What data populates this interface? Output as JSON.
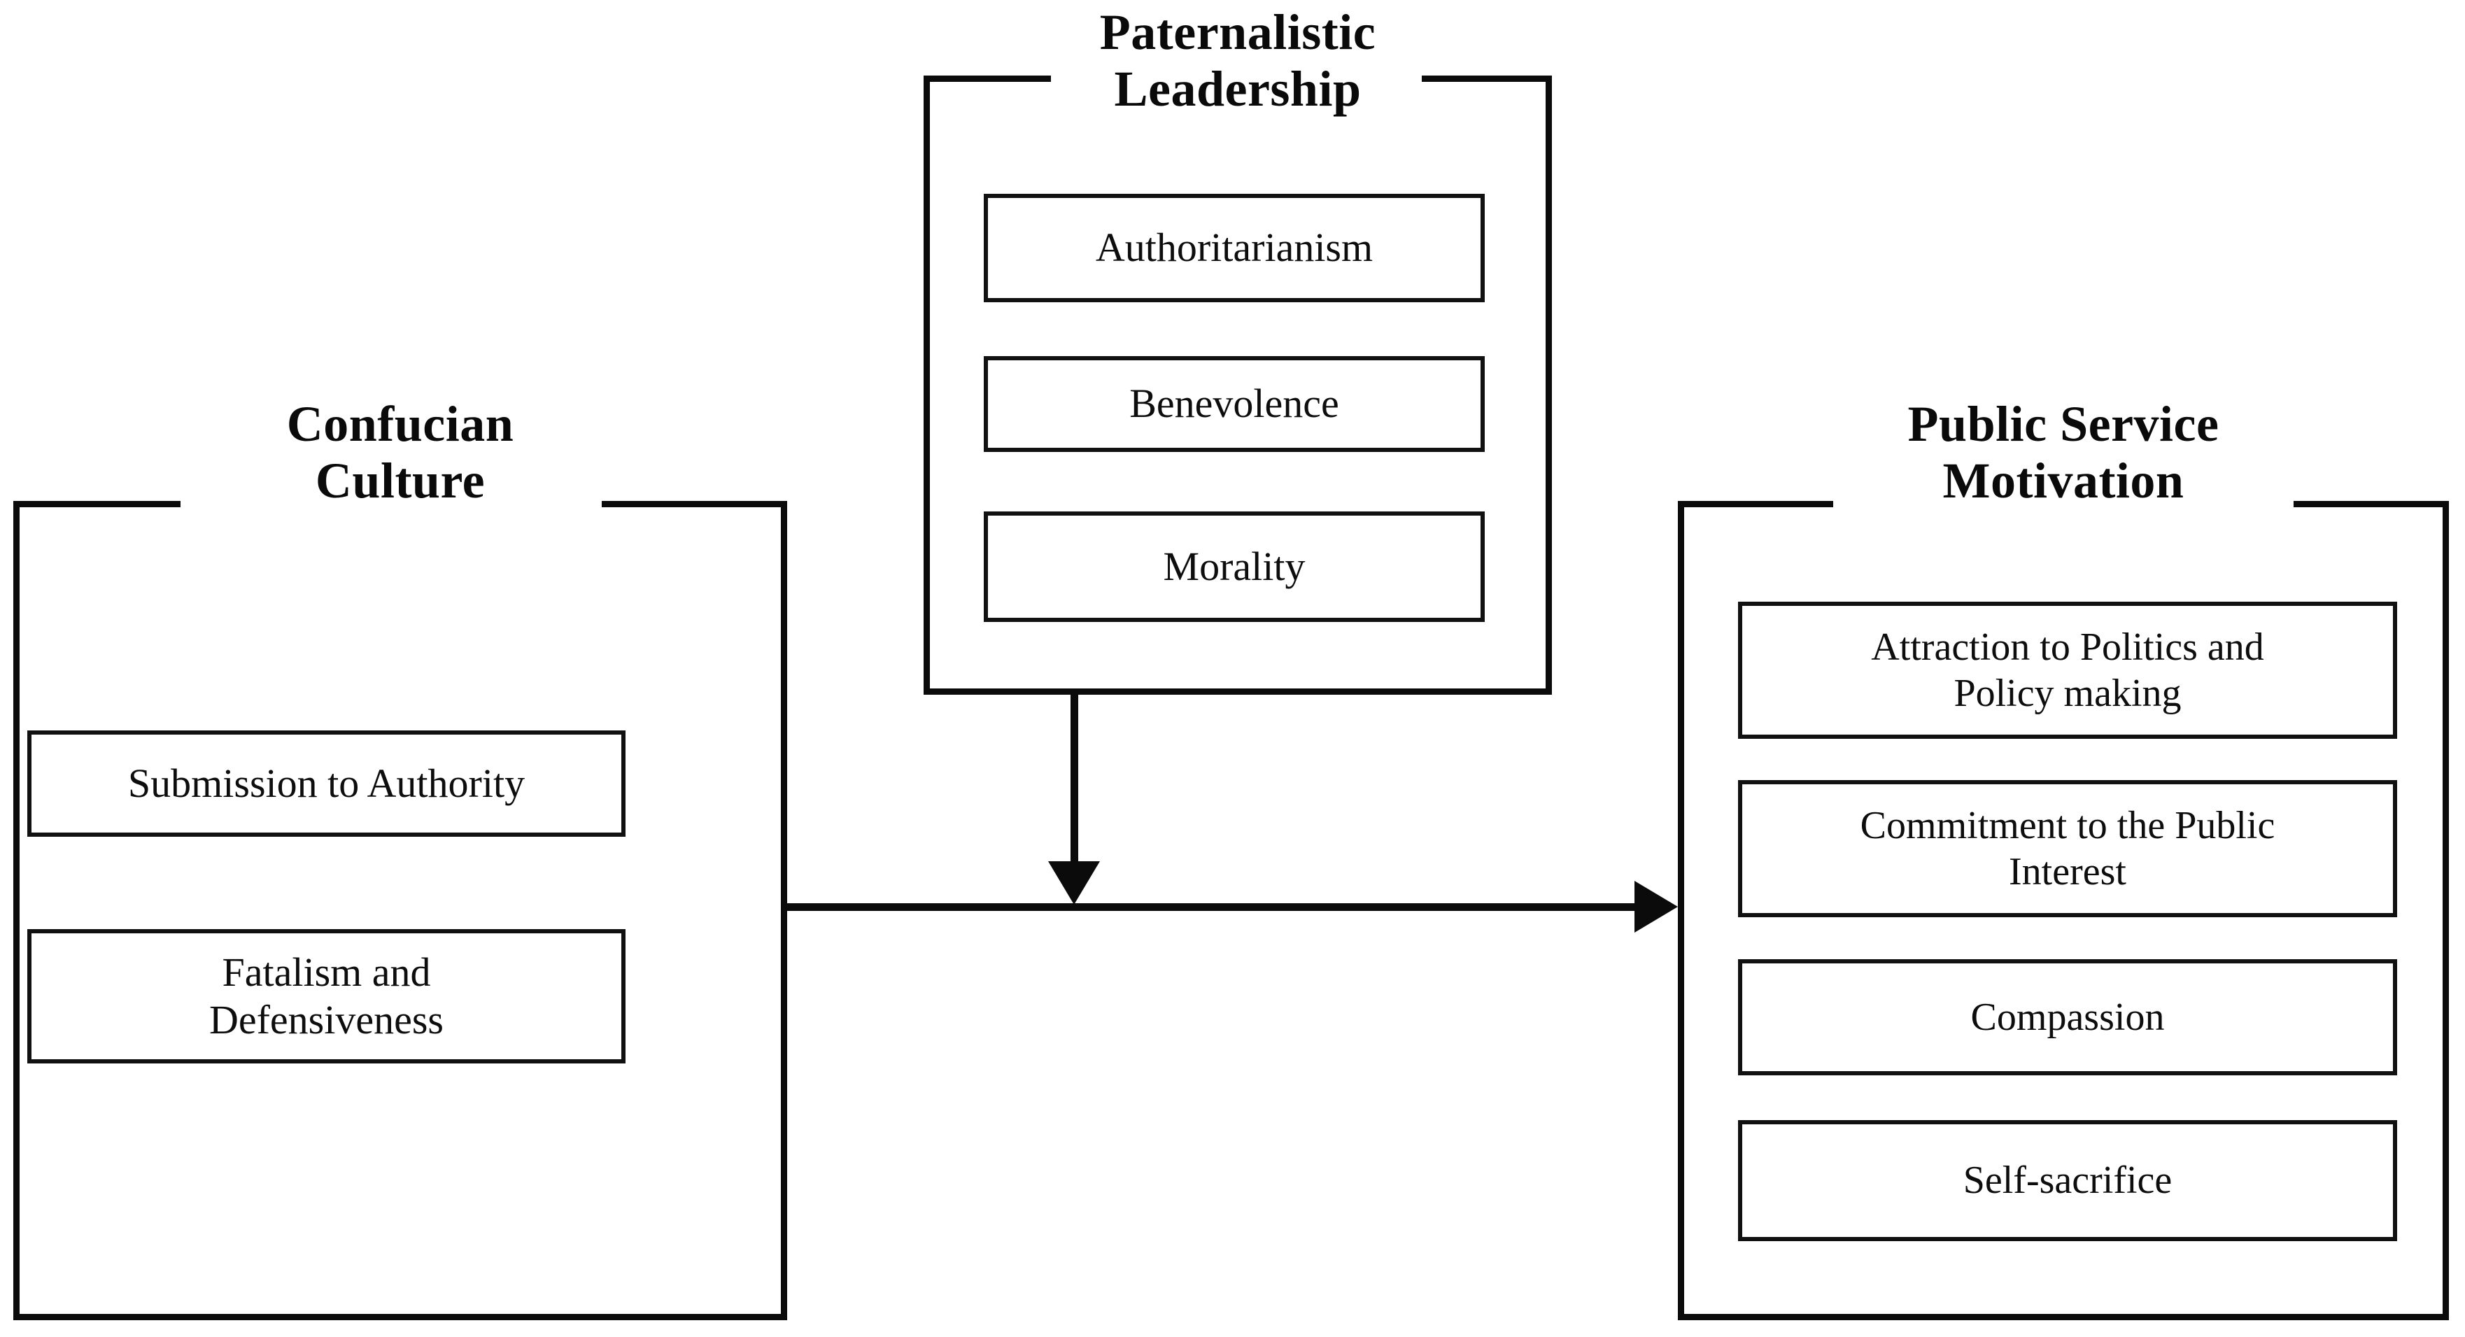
{
  "diagram": {
    "type": "conceptual-framework",
    "background_color": "#ffffff",
    "stroke_color": "#0b0b0b",
    "panels": [
      {
        "id": "confucian-culture",
        "title": "Confucian\nCulture",
        "title_line_1": "Confucian",
        "title_line_2": "Culture",
        "items": [
          {
            "label": "Submission to Authority"
          },
          {
            "label": "Fatalism and\nDefensiveness"
          }
        ]
      },
      {
        "id": "paternalistic-leadership",
        "title": "Paternalistic\nLeadership",
        "title_line_1": "Paternalistic",
        "title_line_2": "Leadership",
        "items": [
          {
            "label": "Authoritarianism"
          },
          {
            "label": "Benevolence"
          },
          {
            "label": "Morality"
          }
        ]
      },
      {
        "id": "public-service-motivation",
        "title": "Public Service\nMotivation",
        "title_line_1": "Public Service",
        "title_line_2": "Motivation",
        "items": [
          {
            "label": "Attraction to Politics and\nPolicy making"
          },
          {
            "label": "Commitment to the Public\nInterest"
          },
          {
            "label": "Compassion"
          },
          {
            "label": "Self-sacrifice"
          }
        ]
      }
    ],
    "connectors": [
      {
        "id": "culture-to-psm",
        "from": "confucian-culture",
        "to": "public-service-motivation",
        "orientation": "horizontal",
        "arrow": "right"
      },
      {
        "id": "leadership-to-path",
        "from": "paternalistic-leadership",
        "to": "culture-to-psm",
        "orientation": "vertical",
        "arrow": "down"
      }
    ]
  }
}
